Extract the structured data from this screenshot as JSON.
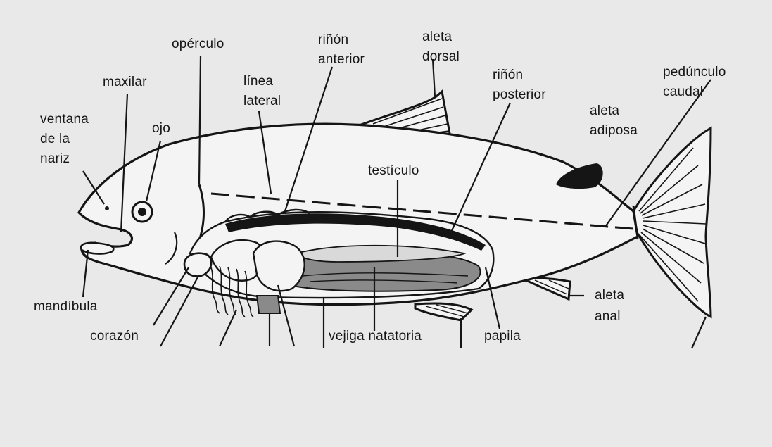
{
  "labels": {
    "ventana_line1": "ventana",
    "ventana_line2": "de la",
    "ventana_line3": "nariz",
    "maxilar": "maxilar",
    "ojo": "ojo",
    "operculo": "opérculo",
    "linea_line1": "línea",
    "linea_line2": "lateral",
    "rinon_ant_line1": "riñón",
    "rinon_ant_line2": "anterior",
    "aleta_dorsal_line1": "aleta",
    "aleta_dorsal_line2": "dorsal",
    "rinon_post_line1": "riñón",
    "rinon_post_line2": "posterior",
    "aleta_adiposa_line1": "aleta",
    "aleta_adiposa_line2": "adiposa",
    "pedunculo_line1": "pedúnculo",
    "pedunculo_line2": "caudal",
    "testiculo": "testículo",
    "mandibula": "mandíbula",
    "corazon": "corazón",
    "vejiga": "vejiga natatoria",
    "papila": "papila",
    "aleta_anal_line1": "aleta",
    "aleta_anal_line2": "anal"
  },
  "colors": {
    "background": "#e9e9e9",
    "ink": "#151515",
    "organ_fill": "#8a8a8a",
    "body_fill": "#f4f4f4"
  }
}
